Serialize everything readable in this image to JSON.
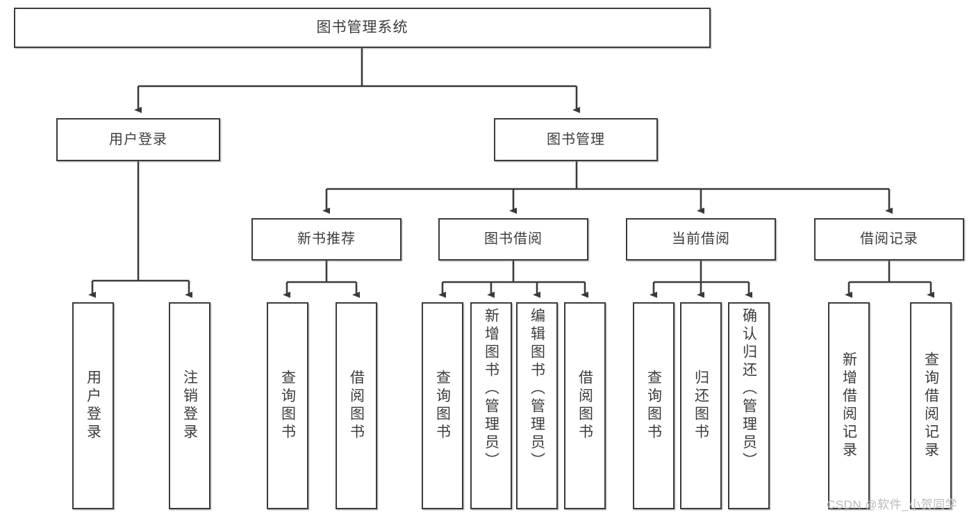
{
  "diagram": {
    "type": "tree",
    "title": "图书管理系统",
    "root": {
      "label": "图书管理系统"
    },
    "level2": [
      {
        "label": "用户登录"
      },
      {
        "label": "图书管理"
      }
    ],
    "level3": [
      {
        "label": "新书推荐"
      },
      {
        "label": "图书借阅"
      },
      {
        "label": "当前借阅"
      },
      {
        "label": "借阅记录"
      }
    ],
    "leaves": {
      "user_login": [
        {
          "label": "用户登录"
        },
        {
          "label": "注销登录"
        }
      ],
      "new_book_recommend": [
        {
          "label": "查询图书"
        },
        {
          "label": "借阅图书"
        }
      ],
      "book_borrow": [
        {
          "label": "查询图书"
        },
        {
          "label": "新增图书（管理员）"
        },
        {
          "label": "编辑图书（管理员）"
        },
        {
          "label": "借阅图书"
        }
      ],
      "current_borrow": [
        {
          "label": "查询图书"
        },
        {
          "label": "归还图书"
        },
        {
          "label": "确认归还（管理员）"
        }
      ],
      "borrow_record": [
        {
          "label": "新增借阅记录"
        },
        {
          "label": "查询借阅记录"
        }
      ]
    }
  },
  "watermark": {
    "text": "CSDN @软件_小贺同学"
  },
  "colors": {
    "stroke": "#3a3a3a",
    "text": "#3c3c3c",
    "background": "#ffffff",
    "watermark": "#b9b9b9"
  }
}
